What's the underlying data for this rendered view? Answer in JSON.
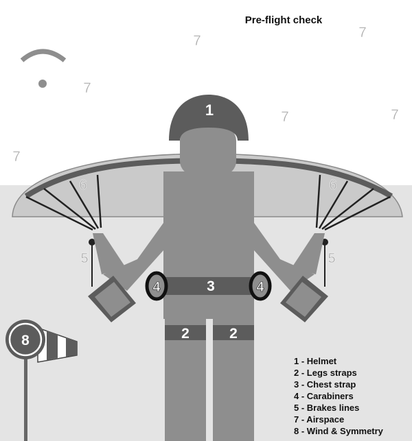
{
  "title": "Pre-flight check",
  "markers": {
    "helmet": "1",
    "legs_strap": "2",
    "chest_strap": "3",
    "carabiner": "4",
    "brake": "5",
    "lines": "6",
    "airspace": "7",
    "wind": "8"
  },
  "legend": [
    "1 - Helmet",
    "2 - Legs straps",
    "3 - Chest strap",
    "4 - Carabiners",
    "5 - Brakes lines",
    "7 - Airspace",
    "8 - Wind & Symmetry"
  ],
  "colors": {
    "sky": "#ffffff",
    "ground": "#e4e4e4",
    "figure": "#8e8e8e",
    "dark": "#5c5c5c",
    "wing": "#c9c9c9",
    "airspace_digit": "#a9a9a9"
  },
  "icons": [
    "wifi-signal-icon",
    "windsock-icon"
  ]
}
